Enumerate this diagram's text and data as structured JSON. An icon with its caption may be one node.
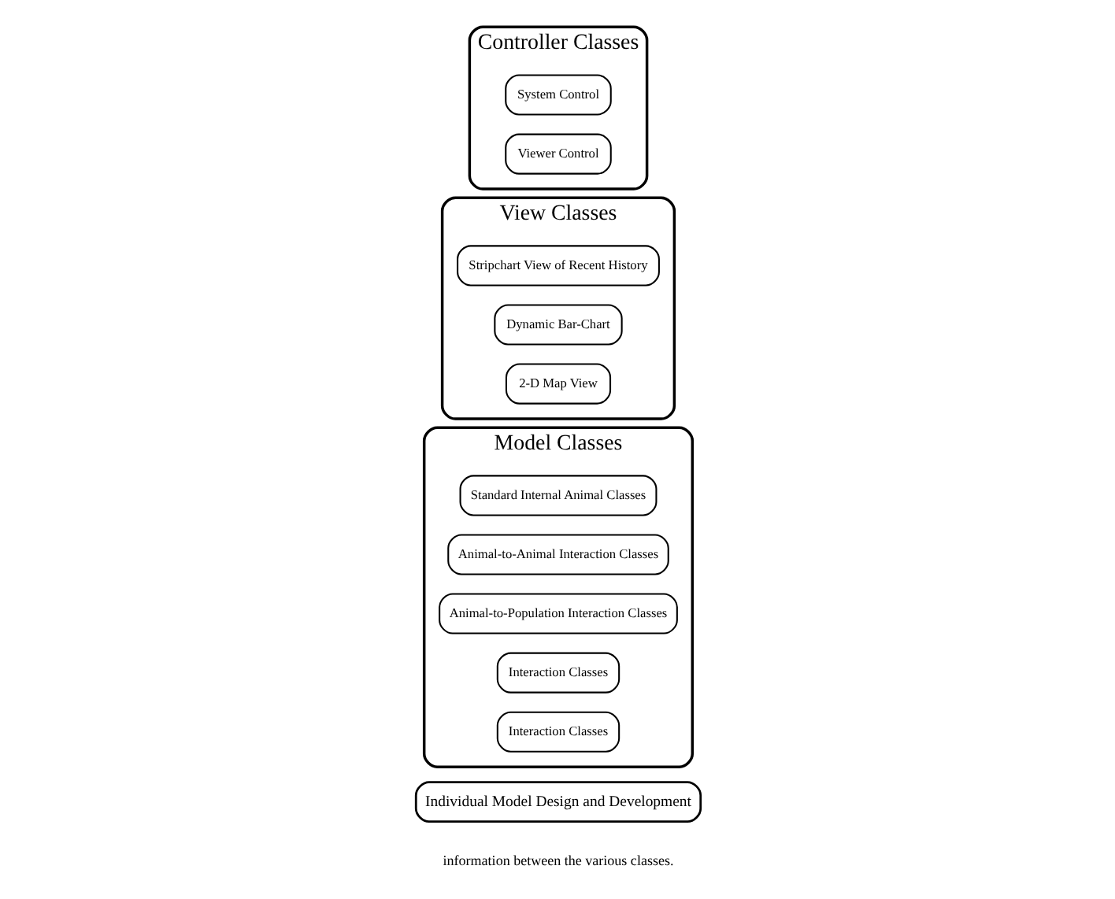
{
  "diagram": {
    "nodes": [
      {
        "text": [
          "Individual Model Design and Development"
        ]
      },
      {
        "text": [
          "Model Classes"
        ]
      },
      {
        "text": [
          "Standard Internal Animal Classes"
        ],
        "in": 1
      },
      {
        "text": [
          "Animal-to-Animal Interaction Classes"
        ],
        "in": 1
      },
      {
        "text": [
          "Animal-to-Population Interaction Classes"
        ],
        "in": 1
      },
      {
        "text": [
          "Interaction Classes"
        ],
        "in": 1
      },
      {
        "text": [
          "Interaction Classes"
        ],
        "in": 1
      },
      {
        "text": [
          "View Classes"
        ]
      },
      {
        "text": [
          "Stripchart View of Recent History"
        ],
        "in": 7
      },
      {
        "text": [
          "Dynamic Bar-Chart"
        ],
        "in": 7
      },
      {
        "text": [
          "2-D Map View"
        ],
        "in": 7
      },
      {
        "text": [
          "Controller Classes"
        ]
      },
      {
        "text": [
          "System Control"
        ],
        "in": 11
      },
      {
        "text": [
          "Viewer Control"
        ],
        "in": 11
      }
    ],
    "edges": [],
    "labels": [
      "information between the various classes."
    ]
  }
}
